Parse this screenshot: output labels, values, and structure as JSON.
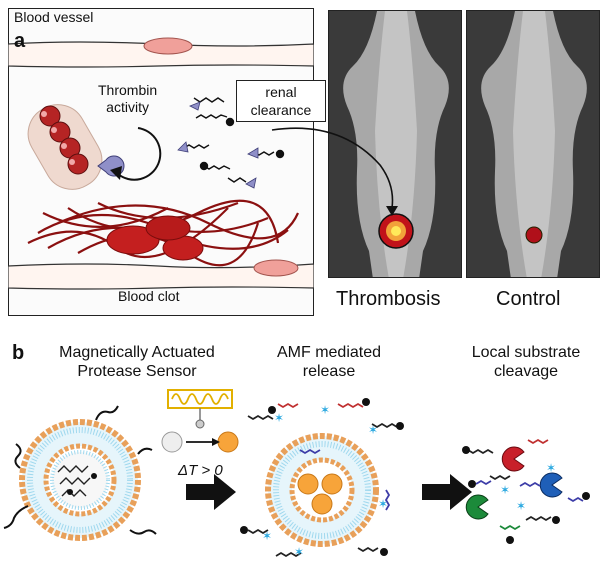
{
  "panel_a": {
    "letter": "a",
    "vessel_label": "Blood vessel",
    "thrombin_line1": "Thrombin",
    "thrombin_line2": "activity",
    "renal_line1": "renal",
    "renal_line2": "clearance",
    "clot_label": "Blood clot"
  },
  "photos": {
    "left_label": "Thrombosis",
    "right_label": "Control"
  },
  "panel_b": {
    "letter": "b",
    "step1_line1": "Magnetically Actuated",
    "step1_line2": "Protease Sensor",
    "step2_line1": "AMF mediated",
    "step2_line2": "release",
    "step3_line1": "Local substrate",
    "step3_line2": "cleavage",
    "delta_t": "ΔT > 0"
  },
  "colors": {
    "clot_red": "#9e1a1a",
    "protease_purple": "#8f8fc8",
    "liposome_orange": "#e8a05a",
    "fluor_blue": "#2aa8e0",
    "signal_yellow": "#ffe95a"
  }
}
